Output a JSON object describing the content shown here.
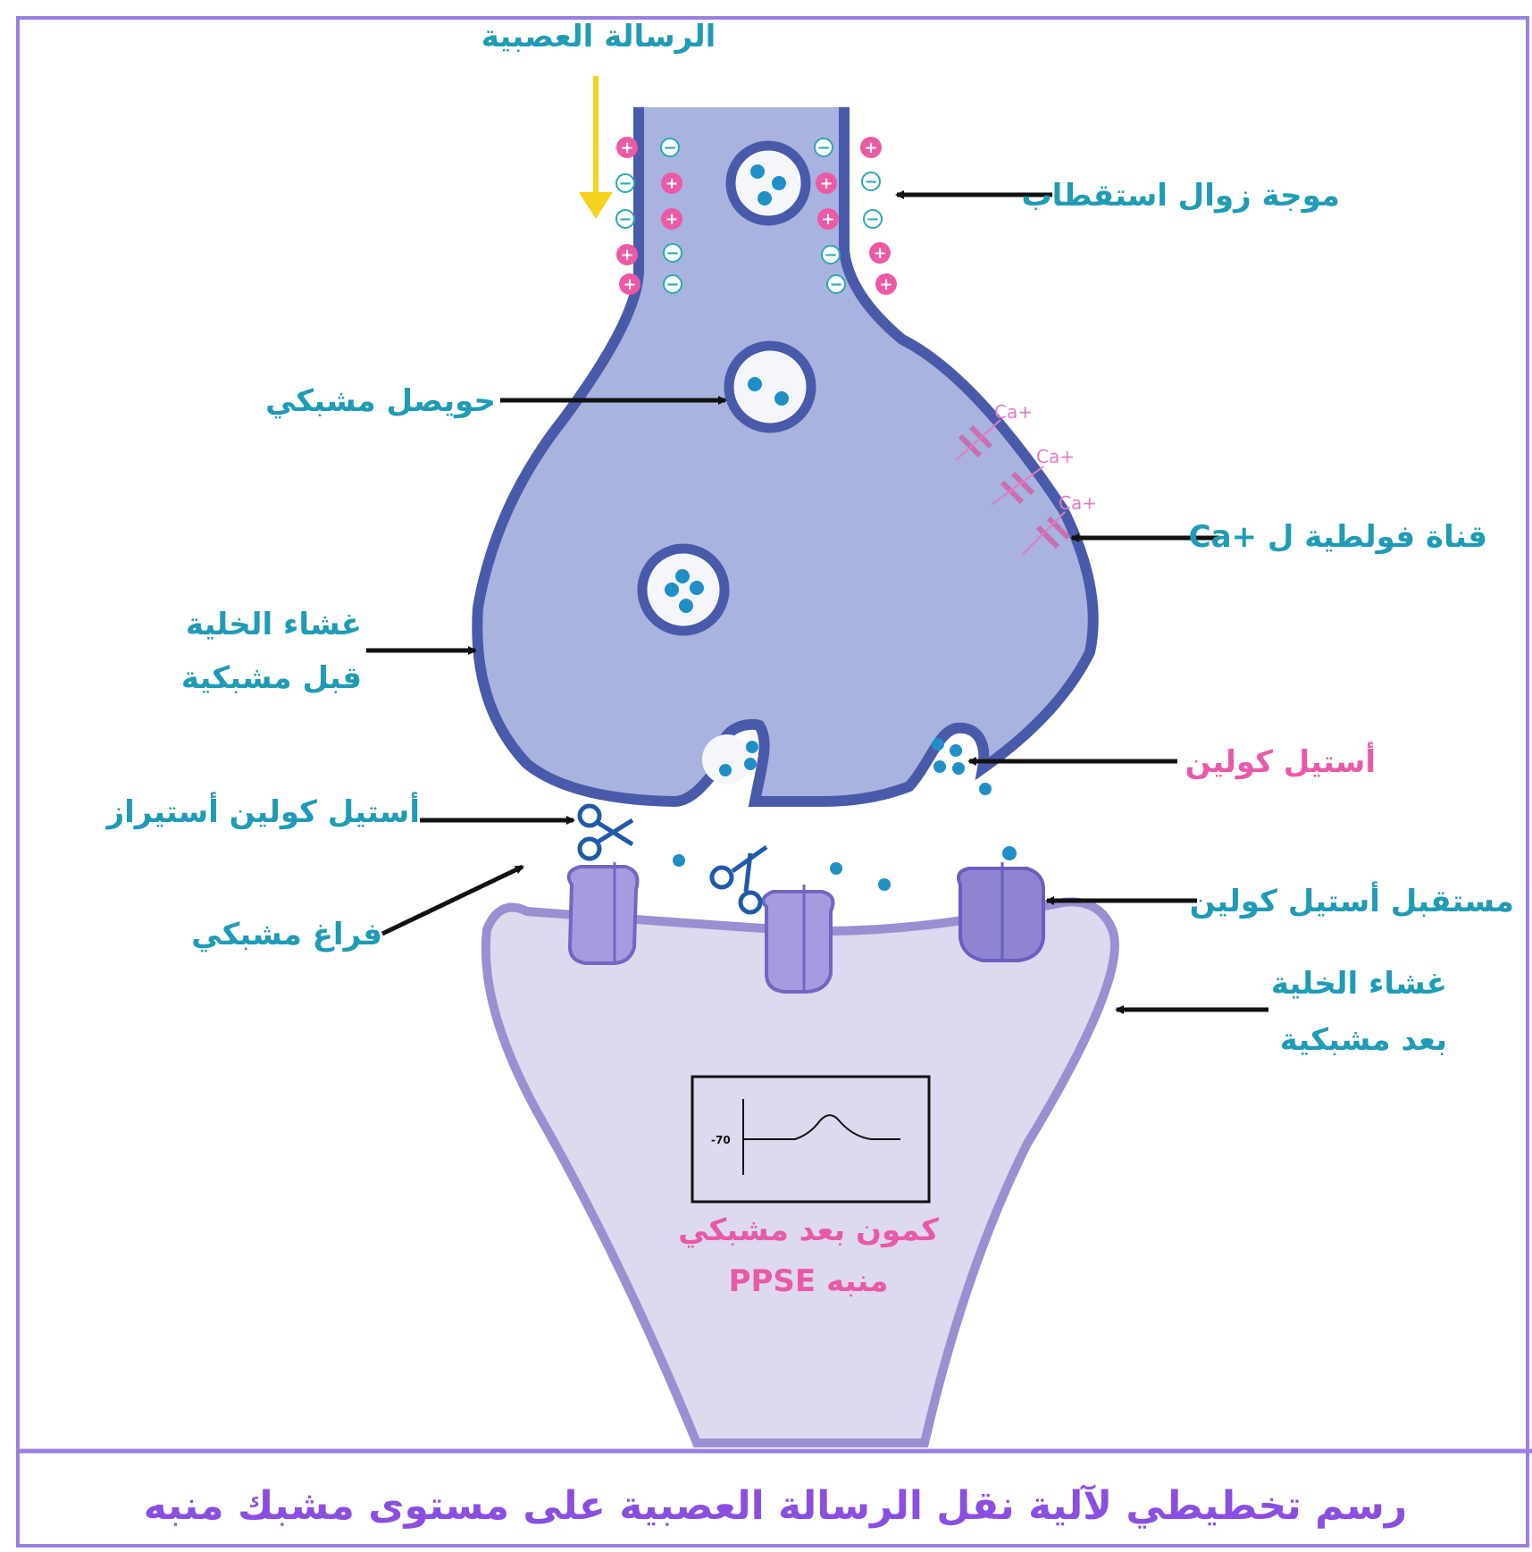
{
  "labels": {
    "nerve_message": "الرسالة العصبية",
    "depolarization_wave": "موجة زوال استقطاب",
    "synaptic_vesicle": "حويصل مشبكي",
    "ca_channel": "قناة فولطية ل +Ca",
    "presynaptic_membrane_1": "غشاء الخلية",
    "presynaptic_membrane_2": "قبل مشبكية",
    "acetylcholine": "أستيل كولين",
    "acetylcholinesterase": "أستيل كولين أستيراز",
    "synaptic_cleft": "فراغ مشبكي",
    "ach_receptor": "مستقبل أستيل كولين",
    "postsynaptic_membrane_1": "غشاء الخلية",
    "postsynaptic_membrane_2": "بعد مشبكية",
    "psp_1": "كمون بعد مشبكي",
    "psp_2": "منبه PPSE",
    "ca_ion": "Ca+",
    "graph_value": "-70",
    "caption": "رسم تخطيطي لآلية نقل الرسالة العصبية على مستوى مشبك منبه"
  },
  "colors": {
    "presynaptic_fill": "#a9b3df",
    "presynaptic_stroke": "#4a5aaa",
    "postsynaptic_fill": "#ddd9ee",
    "postsynaptic_stroke": "#9a8fd0",
    "vesicle_dot": "#1f8fc6",
    "label_teal": "#1f9bb5",
    "label_pink": "#e85aa8",
    "caption": "#8a4fe0",
    "arrow_yellow": "#f5d21c",
    "frame": "#9b7fe0"
  }
}
